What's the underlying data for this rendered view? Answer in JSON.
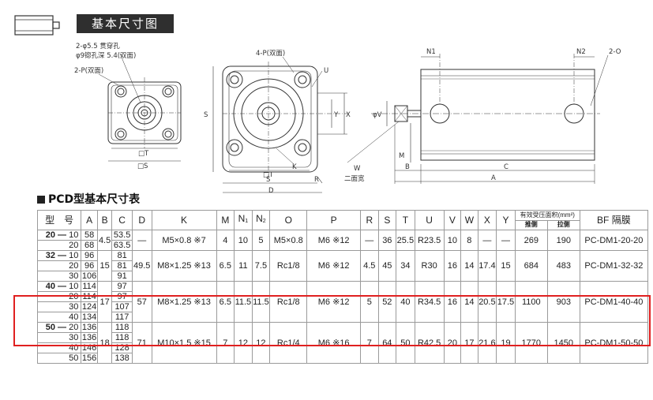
{
  "header": {
    "title": "基本尺寸图"
  },
  "drawing_labels": {
    "left_note_1": "2-φ5.5 贯穿孔",
    "left_note_2": "φ9锪孔深 5.4(双面)",
    "left_note_3": "2-P(双面)",
    "left_T": "□T",
    "left_S": "□S",
    "mid_P": "4-P(双面)",
    "mid_U": "U",
    "mid_S_side": "S",
    "mid_Y": "Y",
    "mid_X": "X",
    "mid_T": "□T",
    "mid_K": "K",
    "mid_S": "S",
    "mid_R": "R",
    "mid_D": "D",
    "right_N1": "N1",
    "right_N2": "N2",
    "right_O": "2-O",
    "right_phiV": "φV",
    "right_M": "M",
    "right_W": "W",
    "right_W2": "二面宽",
    "right_B": "B",
    "right_C": "C",
    "right_A": "A"
  },
  "section": {
    "title": "PCD型基本尺寸表"
  },
  "table": {
    "headers": {
      "model": "型　号",
      "A": "A",
      "B": "B",
      "C": "C",
      "D": "D",
      "K": "K",
      "M": "M",
      "N1": "N",
      "N1_sub": "1",
      "N2": "N",
      "N2_sub": "2",
      "O": "O",
      "P": "P",
      "R": "R",
      "S": "S",
      "T": "T",
      "U": "U",
      "V": "V",
      "W": "W",
      "X": "X",
      "Y": "Y",
      "area": "有效受压面积(mm²)",
      "push": "推侧",
      "pull": "拉侧",
      "bf": "BF 隔膜"
    },
    "groups": [
      {
        "bore": "20",
        "rows": [
          {
            "stroke": "10",
            "A": "58",
            "C": "53.5"
          },
          {
            "stroke": "20",
            "A": "68",
            "C": "63.5"
          }
        ],
        "B": "4.5",
        "D": "—",
        "K": "M5×0.8 ※7",
        "M": "4",
        "N1": "10",
        "N2": "5",
        "O": "M5×0.8",
        "P": "M6 ※12",
        "R": "—",
        "S": "36",
        "T": "25.5",
        "U": "R23.5",
        "V": "10",
        "W": "8",
        "X": "—",
        "Y": "—",
        "push": "269",
        "pull": "190",
        "bf": "PC-DM1-20-20"
      },
      {
        "bore": "32",
        "rows": [
          {
            "stroke": "10",
            "A": "96",
            "C": "81"
          },
          {
            "stroke": "20",
            "A": "96",
            "C": "81"
          },
          {
            "stroke": "30",
            "A": "106",
            "C": "91"
          }
        ],
        "B": "15",
        "D": "49.5",
        "K": "M8×1.25 ※13",
        "M": "6.5",
        "N1": "11",
        "N2": "7.5",
        "O": "Rc1/8",
        "P": "M6 ※12",
        "R": "4.5",
        "S": "45",
        "T": "34",
        "U": "R30",
        "V": "16",
        "W": "14",
        "X": "17.4",
        "Y": "15",
        "push": "684",
        "pull": "483",
        "bf": "PC-DM1-32-32"
      },
      {
        "bore": "40",
        "rows": [
          {
            "stroke": "10",
            "A": "114",
            "C": "97"
          },
          {
            "stroke": "20",
            "A": "114",
            "C": "97"
          },
          {
            "stroke": "30",
            "A": "124",
            "C": "107"
          },
          {
            "stroke": "40",
            "A": "134",
            "C": "117"
          }
        ],
        "B": "17",
        "D": "57",
        "K": "M8×1.25 ※13",
        "M": "6.5",
        "N1": "11.5",
        "N2": "11.5",
        "O": "Rc1/8",
        "P": "M6 ※12",
        "R": "5",
        "S": "52",
        "T": "40",
        "U": "R34.5",
        "V": "16",
        "W": "14",
        "X": "20.5",
        "Y": "17.5",
        "push": "1100",
        "pull": "903",
        "bf": "PC-DM1-40-40"
      },
      {
        "bore": "50",
        "rows": [
          {
            "stroke": "20",
            "A": "136",
            "C": "118"
          },
          {
            "stroke": "30",
            "A": "136",
            "C": "118"
          },
          {
            "stroke": "40",
            "A": "146",
            "C": "128"
          },
          {
            "stroke": "50",
            "A": "156",
            "C": "138"
          }
        ],
        "B": "18",
        "D": "71",
        "K": "M10×1.5 ※15",
        "M": "7",
        "N1": "12",
        "N2": "12",
        "O": "Rc1/4",
        "P": "M6 ※16",
        "R": "7",
        "S": "64",
        "T": "50",
        "U": "R42.5",
        "V": "20",
        "W": "17",
        "X": "21.6",
        "Y": "19",
        "push": "1770",
        "pull": "1450",
        "bf": "PC-DM1-50-50"
      }
    ]
  },
  "highlight_color": "#e02020"
}
